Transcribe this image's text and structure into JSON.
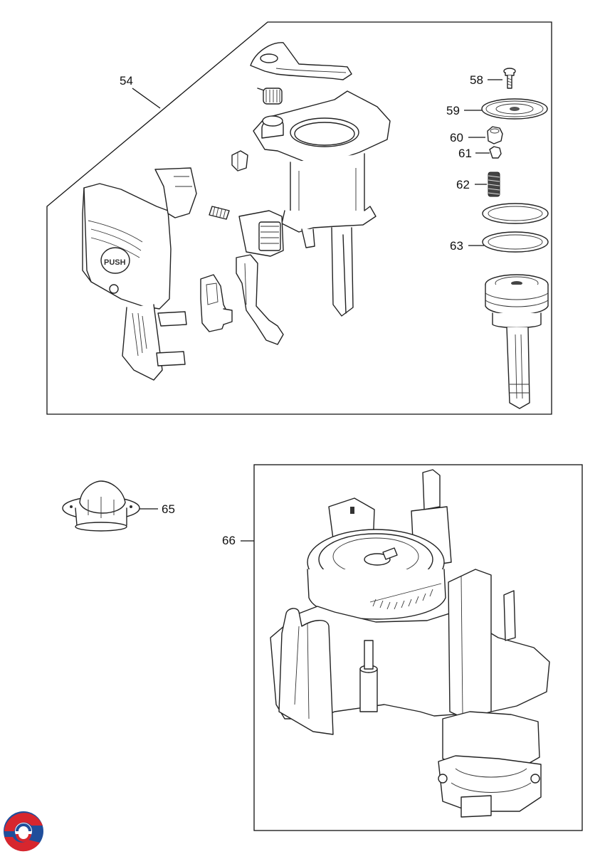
{
  "callouts": {
    "p54": "54",
    "p58": "58",
    "p59": "59",
    "p60": "60",
    "p61": "61",
    "p62": "62",
    "p63": "63",
    "p65": "65",
    "p66": "66"
  },
  "part_text": {
    "push": "PUSH"
  },
  "logo": {
    "colors": [
      "#d7262e",
      "#1f4e9b"
    ]
  }
}
